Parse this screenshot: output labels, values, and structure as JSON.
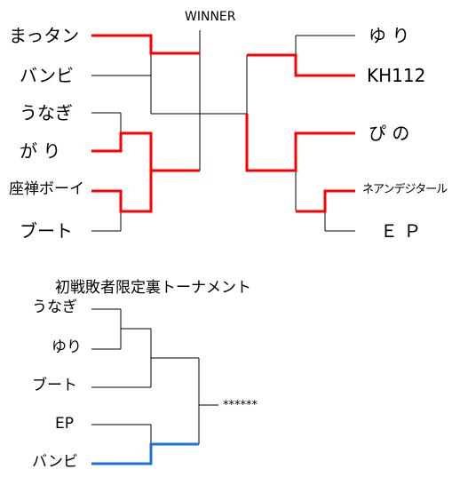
{
  "main_bracket": {
    "title": "WINNER",
    "left_entrants": [
      "まっタン",
      "バンビ",
      "うなぎ",
      "が り",
      "座禅ボーイ",
      "ブート"
    ],
    "right_entrants": [
      "ゆ り",
      "KH112",
      "ぴ の",
      "ネアンデジタール",
      "Ｅ Ｐ"
    ],
    "line_color": "#000000",
    "win_color": "#ff0000"
  },
  "loser_bracket": {
    "title": "初戦敗者限定裏トーナメント",
    "entrants": [
      "うなぎ",
      "ゆり",
      "ブート",
      "EP",
      "バンビ"
    ],
    "winner_placeholder": "******",
    "win_color": "#1e6fdc"
  }
}
